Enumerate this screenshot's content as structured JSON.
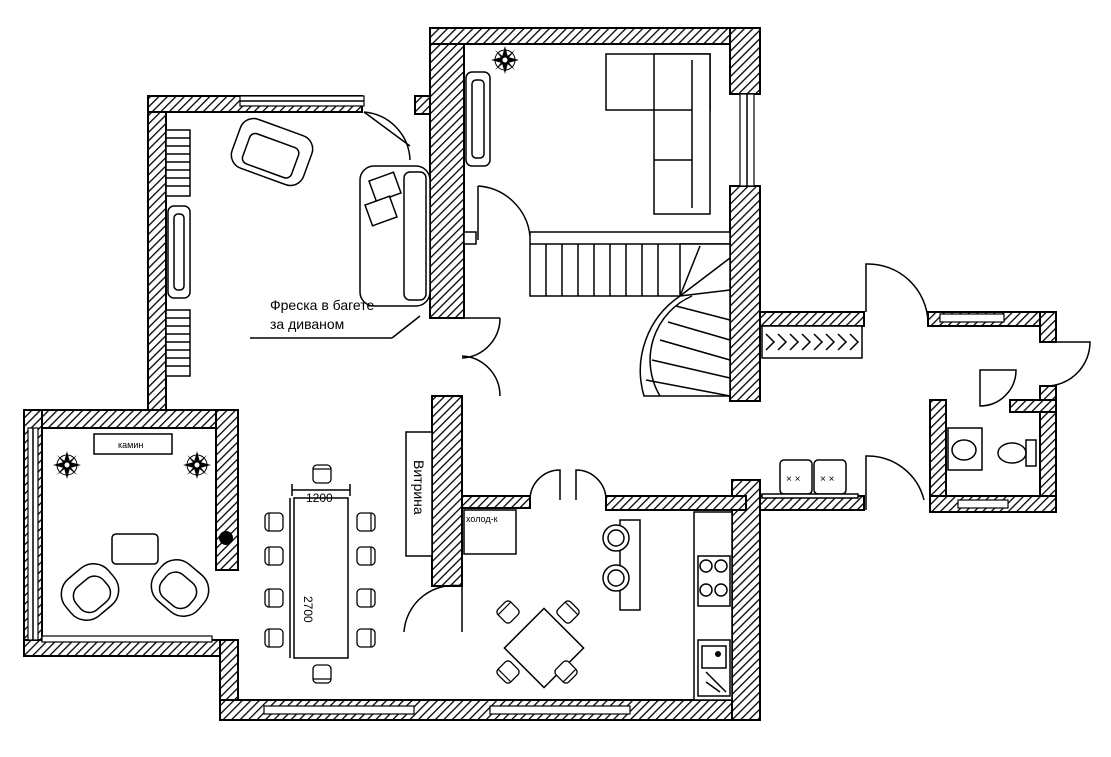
{
  "labels": {
    "fresco_line1": "Фреска в багете",
    "fresco_line2": "за диваном",
    "fireplace": "камин",
    "showcase": "Витрина",
    "fridge": "холод-к",
    "table_width": "1200",
    "table_length": "2700"
  },
  "colors": {
    "line": "#000000",
    "background": "#ffffff"
  }
}
